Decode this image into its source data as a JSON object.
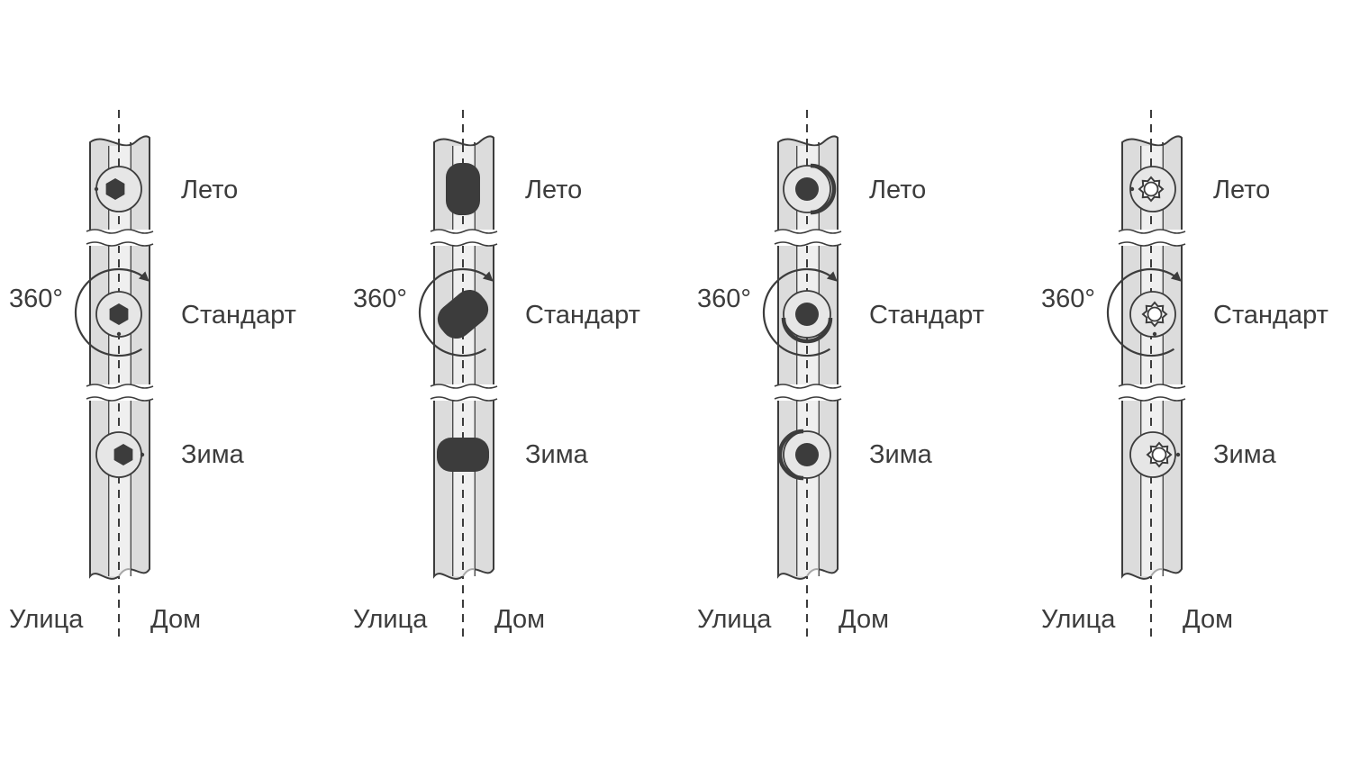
{
  "labels": {
    "summer": "Лето",
    "standard": "Стандарт",
    "winter": "Зима",
    "street": "Улица",
    "home": "Дом",
    "rotation": "360°"
  },
  "colors": {
    "bar_fill": "#dcdcdc",
    "outline": "#3c3c3c",
    "eccentric_fill": "#e6e6e6",
    "dark": "#3c3c3c"
  },
  "panels": [
    {
      "eccentric_type": "hex",
      "icon": "hex-eccentric-icon"
    },
    {
      "eccentric_type": "oval",
      "icon": "oval-eccentric-icon"
    },
    {
      "eccentric_type": "round",
      "icon": "round-eccentric-icon"
    },
    {
      "eccentric_type": "torx",
      "icon": "torx-eccentric-icon"
    }
  ]
}
